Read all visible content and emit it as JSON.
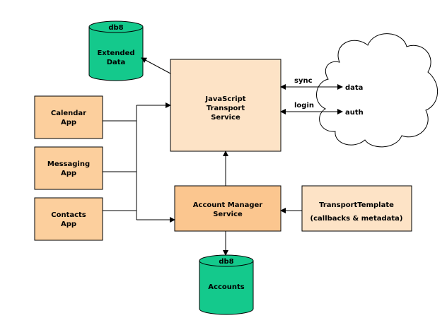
{
  "colors": {
    "app_box": "#fccf9d",
    "service_box": "#fde3c6",
    "manager_box": "#fbc68f",
    "template_box": "#fde3c6",
    "db": "#14c98c",
    "cloud": "#ffffff",
    "stroke": "#000000"
  },
  "db_extended": {
    "top": "db8",
    "line1": "Extended",
    "line2": "Data"
  },
  "db_accounts": {
    "top": "db8",
    "line1": "Accounts"
  },
  "transport": {
    "line1": "JavaScript",
    "line2": "Transport",
    "line3": "Service"
  },
  "apps": [
    {
      "line1": "Calendar",
      "line2": "App"
    },
    {
      "line1": "Messaging",
      "line2": "App"
    },
    {
      "line1": "Contacts",
      "line2": "App"
    }
  ],
  "account_manager": {
    "line1": "Account Manager",
    "line2": "Service"
  },
  "template": {
    "line1": "TransportTemplate",
    "line2": "(callbacks & metadata)"
  },
  "cloud": {
    "data": "data",
    "auth": "auth"
  },
  "links": {
    "sync": "sync",
    "login": "login"
  }
}
